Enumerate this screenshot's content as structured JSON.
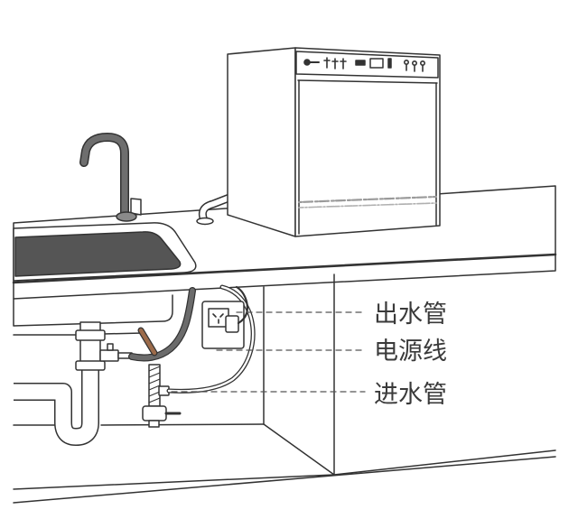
{
  "labels": {
    "outlet_pipe": "出水管",
    "power_cord": "电源线",
    "inlet_pipe": "进水管"
  },
  "colors": {
    "sink_basin": "#555555",
    "faucet": "#6e6e6e",
    "drain_hose": "#6b6b6b",
    "brass_fitting": "#9c6b4a",
    "label_text": "#3a3a3a"
  }
}
